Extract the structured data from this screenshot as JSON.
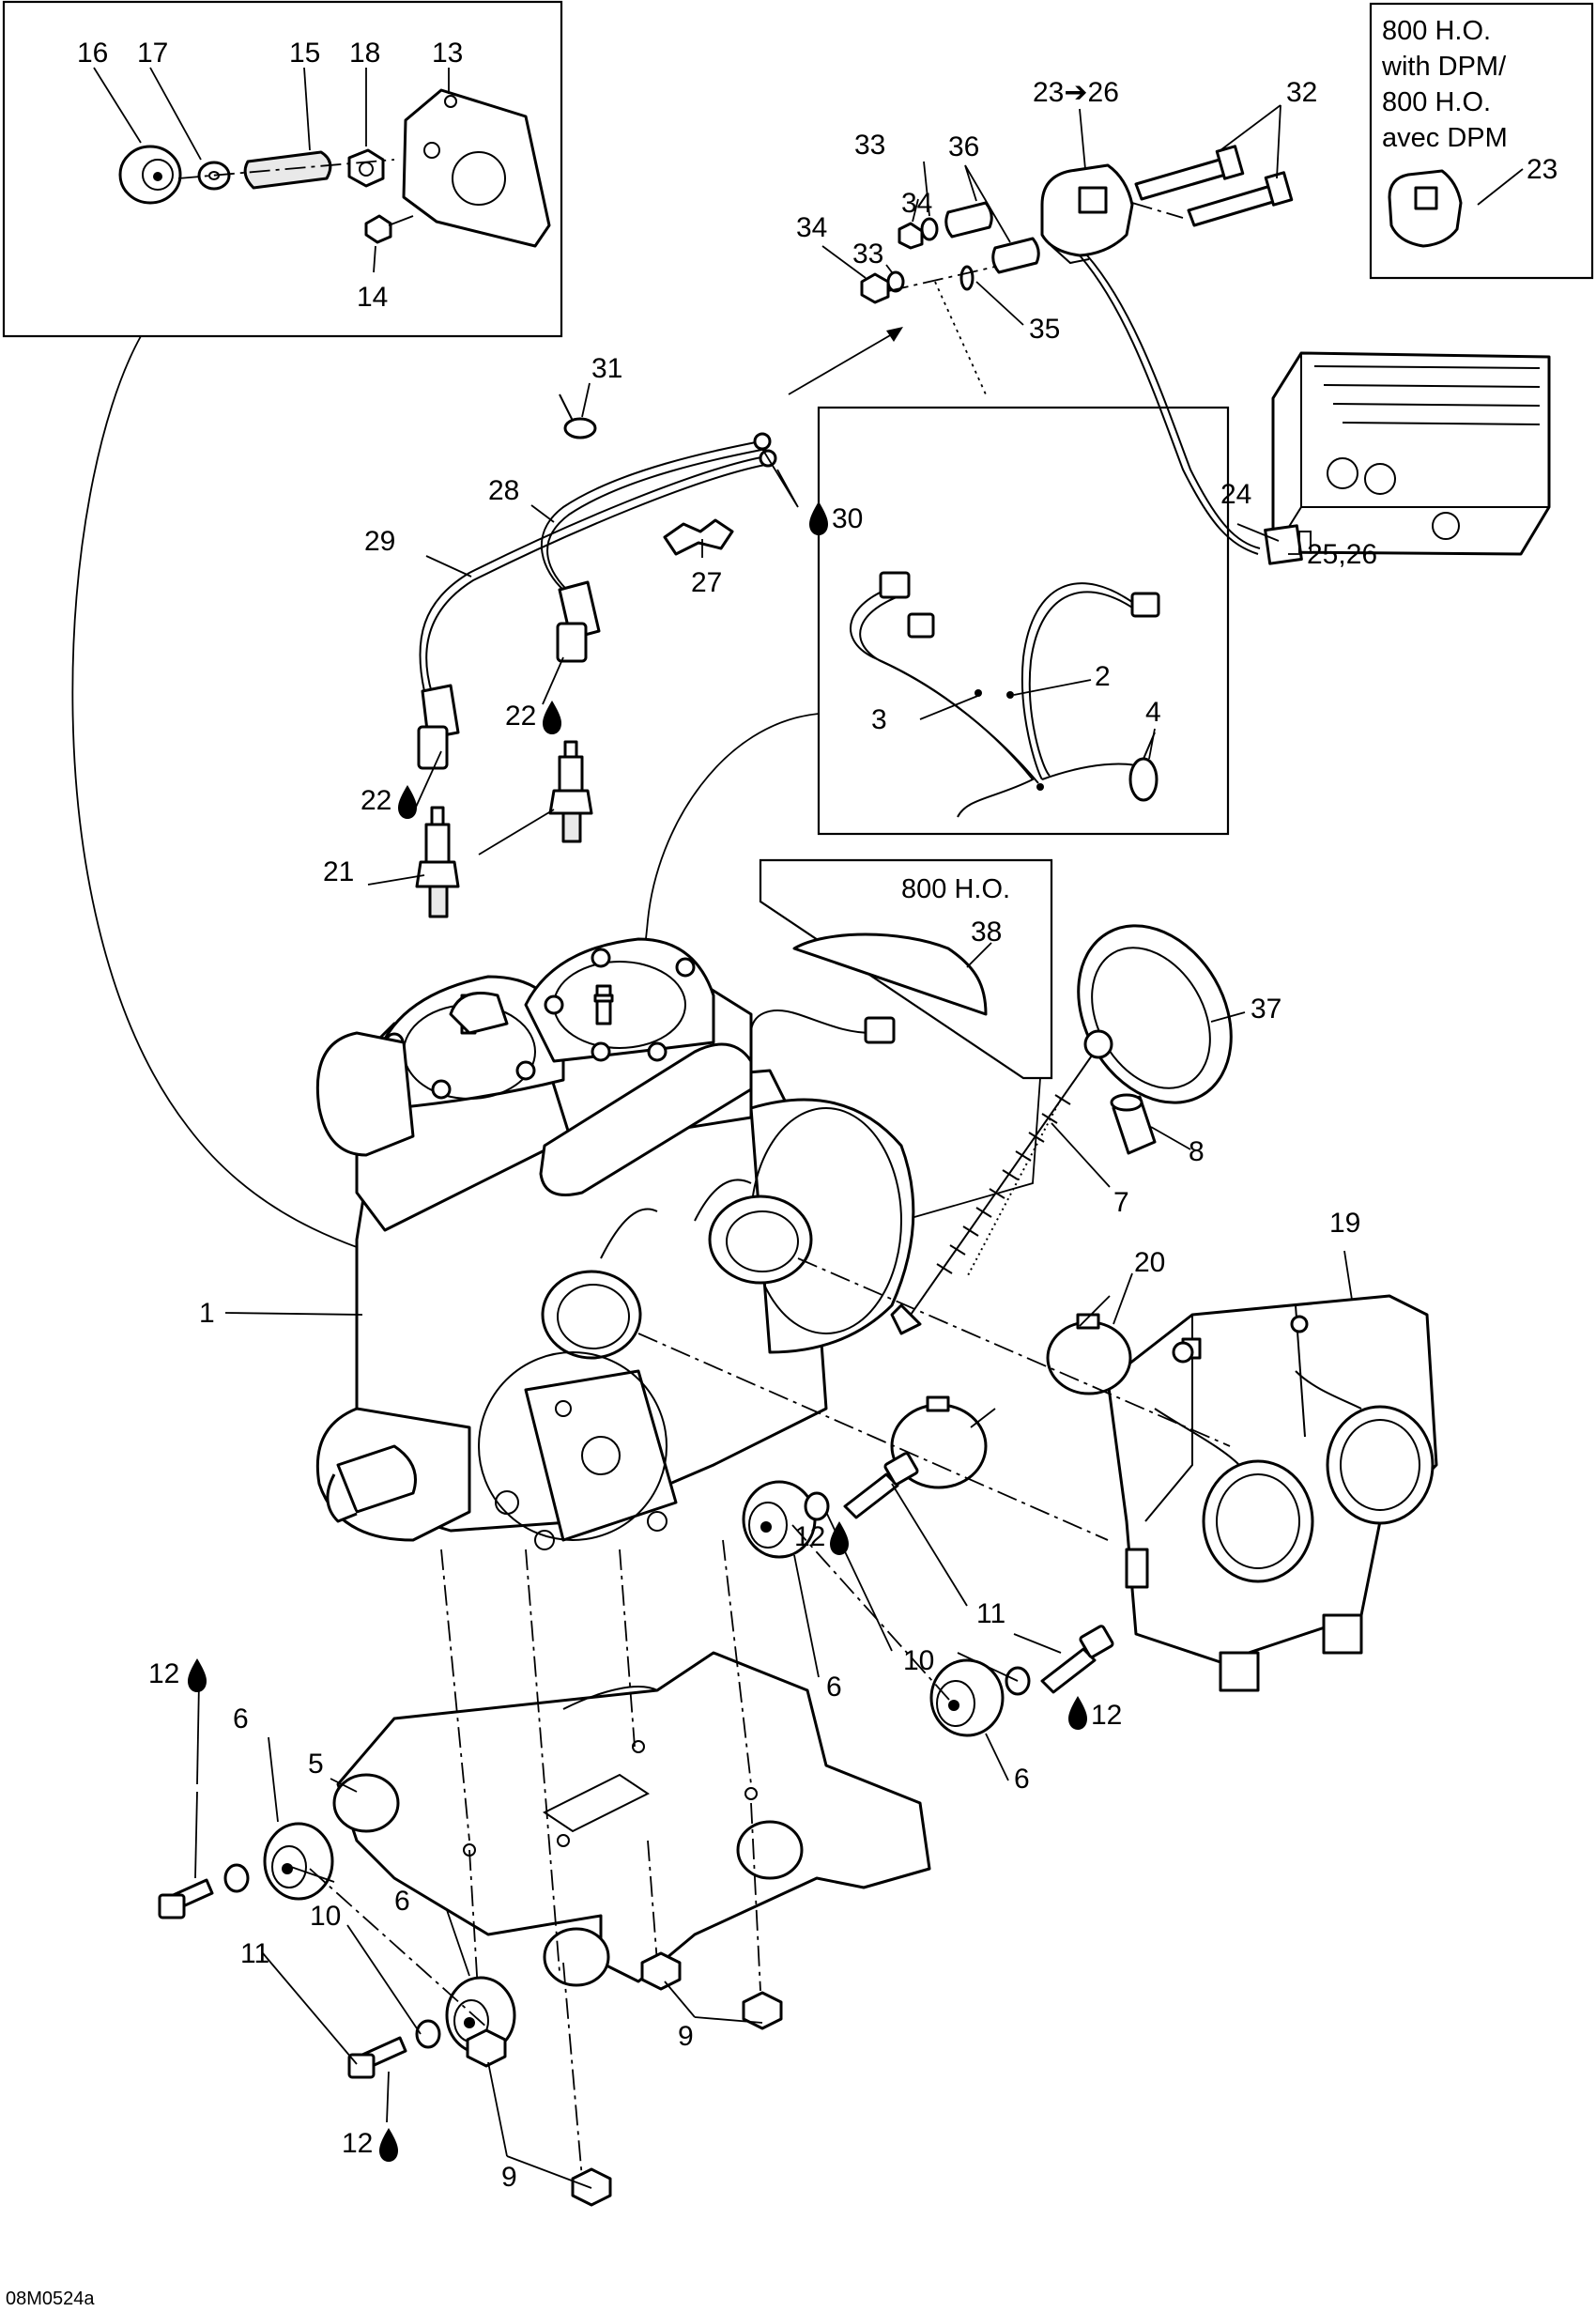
{
  "figure_code": "08M0524a",
  "notes": {
    "top_right": [
      "800 H.O.",
      "with DPM/",
      "800 H.O.",
      "avec DPM"
    ],
    "middle": "800 H.O."
  },
  "callouts": {
    "c16": "16",
    "c17": "17",
    "c15": "15",
    "c18": "18",
    "c13": "13",
    "c14": "14",
    "c23_26": "23➔26",
    "c32": "32",
    "c23": "23",
    "c33a": "33",
    "c36": "36",
    "c34a": "34",
    "c34b": "34",
    "c33b": "33",
    "c35": "35",
    "c31": "31",
    "c28": "28",
    "c30": "30",
    "c29": "29",
    "c27": "27",
    "c24": "24",
    "c25_26": "25,26",
    "c2": "2",
    "c3": "3",
    "c4": "4",
    "c22a": "22",
    "c22b": "22",
    "c21": "21",
    "c38": "38",
    "c37": "37",
    "c8": "8",
    "c7": "7",
    "c19": "19",
    "c20": "20",
    "c1": "1",
    "c12a": "12",
    "c11a": "11",
    "c10a": "10",
    "c6a": "6",
    "c12b": "12",
    "c6b": "6",
    "c5": "5",
    "c6c": "6",
    "c12c": "12",
    "c6d": "6",
    "c10b": "10",
    "c11b": "11",
    "c9a": "9",
    "c12d": "12",
    "c9b": "9"
  }
}
